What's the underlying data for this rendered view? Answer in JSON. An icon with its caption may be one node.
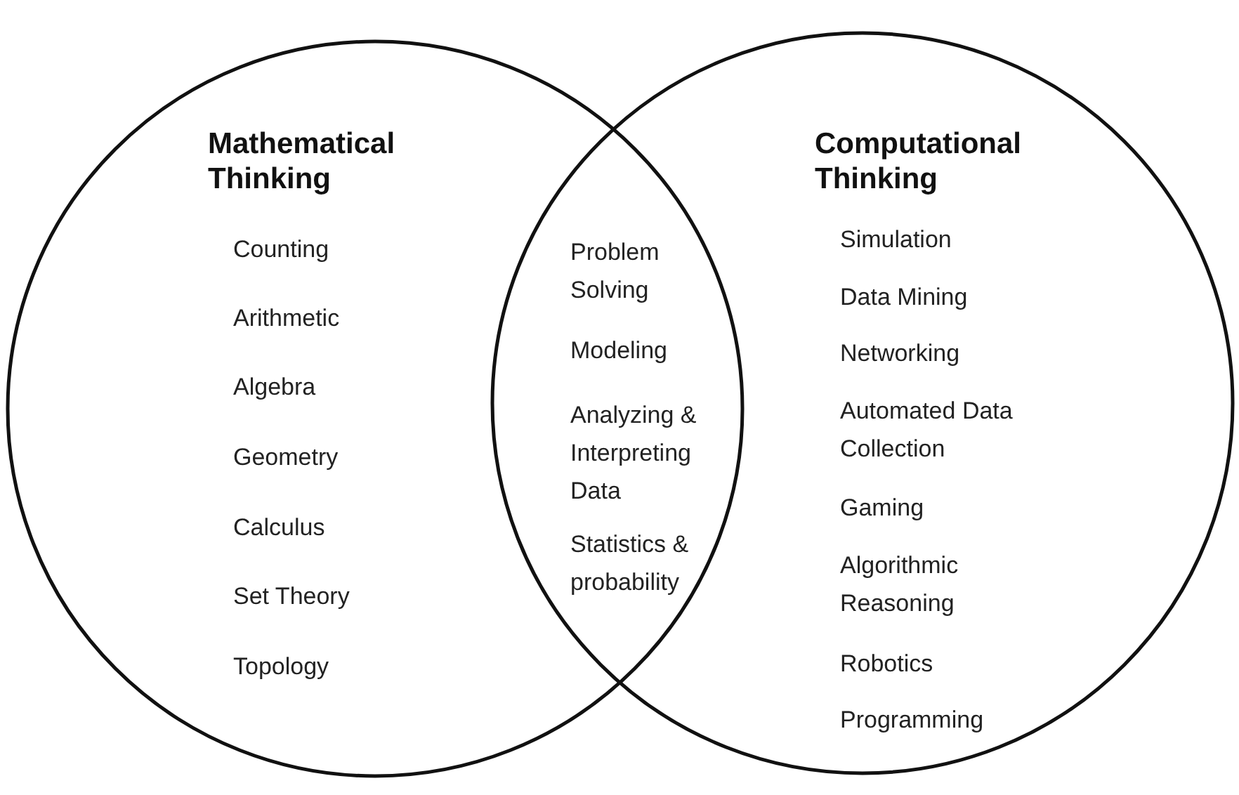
{
  "diagram": {
    "nodes": [
      {
        "text": [
          "Mathematical Thinking"
        ]
      },
      {
        "text": [
          "Computational Thinking"
        ]
      }
    ],
    "labels": [
      "Counting",
      "Arithmetic",
      "Algebra",
      "Geometry",
      "Calculus",
      "Set Theory",
      "Topology",
      "Problem Solving",
      "Modeling",
      "Analyzing & Interpreting Data",
      "Statistics & probability",
      "Simulation",
      "Data Mining",
      "Networking",
      "Automated Data Collection",
      "Gaming",
      "Algorithmic Reasoning",
      "Robotics",
      "Programming"
    ]
  }
}
